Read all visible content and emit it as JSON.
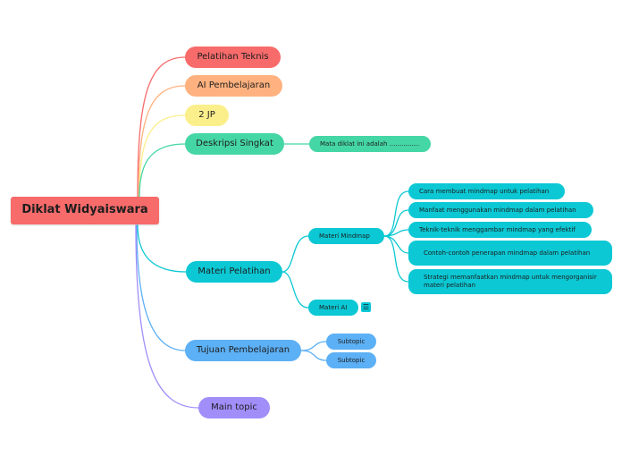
{
  "root": {
    "label": "Diklat Widyaiswara",
    "color": "#f76b6b"
  },
  "topics": {
    "pelatihan_teknis": {
      "label": "Pelatihan Teknis",
      "color": "#f76b6b"
    },
    "ai_pembelajaran": {
      "label": "AI Pembelajaran",
      "color": "#ffb27f"
    },
    "jp": {
      "label": "2 JP",
      "color": "#fbef8c"
    },
    "deskripsi": {
      "label": "Deskripsi Singkat",
      "color": "#45d6a5"
    },
    "materi_pelatihan": {
      "label": "Materi Pelatihan",
      "color": "#0bc8d4"
    },
    "tujuan": {
      "label": "Tujuan Pembelajaran",
      "color": "#5cb0f5"
    },
    "main_topic": {
      "label": "Main topic",
      "color": "#a18ef9"
    }
  },
  "subtopics": {
    "deskripsi_text": "Mata diklat ini adalah ...............",
    "materi_mindmap": "Materi Mindmap",
    "materi_ai": "Materi AI",
    "mindmap_items": [
      "Cara membuat mindmap untuk pelatihan",
      "Manfaat menggunakan mindmap dalam pelatihan",
      "Teknik-teknik menggambar mindmap yang efektif",
      "Contoh-contoh penerapan mindmap dalam pelatihan",
      "Strategi memanfaatkan mindmap untuk mengorganisir materi pelatihan"
    ],
    "tujuan_items": [
      "Subtopic",
      "Subtopic"
    ]
  },
  "icons": {
    "note": "note-icon"
  }
}
